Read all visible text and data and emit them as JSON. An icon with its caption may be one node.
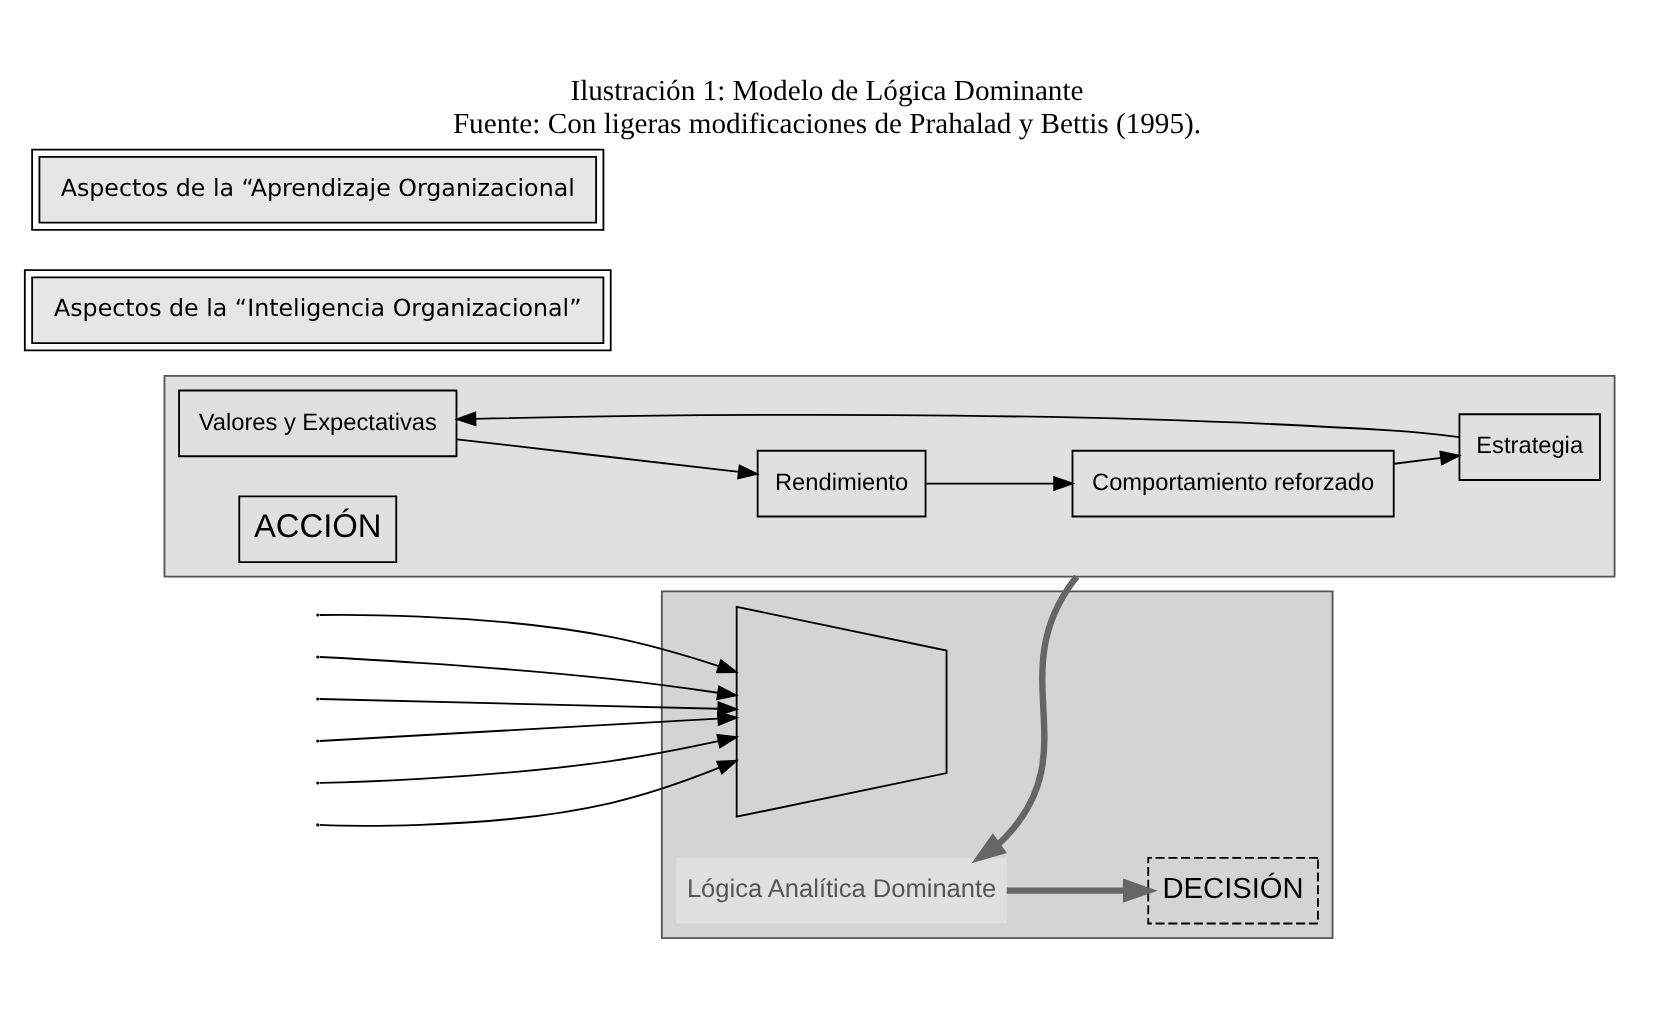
{
  "diagram": {
    "title": "Ilustración 1: Modelo de Lógica Dominante",
    "caption": "Fuente: Con ligeras modificaciones de Prahalad y Bettis (1995).",
    "nodes": [
      {
        "text": [],
        "shape": "box"
      },
      {
        "text": [],
        "shape": "trapezium",
        "in": 0
      },
      {
        "text": [
          "DECISIÓN"
        ],
        "in": 0
      },
      {
        "text": [
          "Lógica Analítica Dominante"
        ],
        "in": 0
      },
      {
        "text": [],
        "shape": "box"
      },
      {
        "text": [
          "Valores y Expectativas"
        ],
        "in": 4
      },
      {
        "text": [
          "Estrategia"
        ],
        "in": 4
      },
      {
        "text": [
          "ACCIÓN"
        ],
        "in": 4
      },
      {
        "text": [
          "Rendimiento"
        ],
        "in": 4
      },
      {
        "text": [
          "Comportamiento reforzado"
        ],
        "in": 4
      },
      {
        "text": [
          "Aspectos de la “Inteligencia Organizacional”"
        ]
      },
      {
        "text": [
          "Aspectos de la “Aprendizaje Organizacional"
        ]
      }
    ],
    "edges": [
      {
        "from": null,
        "to": 1,
        "arrow": "to"
      },
      {
        "from": null,
        "to": 1,
        "arrow": "to"
      },
      {
        "from": null,
        "to": 1,
        "arrow": "to"
      },
      {
        "from": null,
        "to": 1,
        "arrow": "to"
      },
      {
        "from": null,
        "to": 1,
        "arrow": "to"
      },
      {
        "from": null,
        "to": 1,
        "arrow": "to"
      },
      {
        "from": 3,
        "to": 2,
        "arrow": "to",
        "style": "thick",
        "color": "#666666"
      },
      {
        "from": 4,
        "to": 3,
        "arrow": "to",
        "style": "thick",
        "color": "#666666"
      },
      {
        "from": 6,
        "to": 5,
        "arrow": "to"
      },
      {
        "from": 5,
        "to": 8,
        "arrow": "to"
      },
      {
        "from": 8,
        "to": 9,
        "arrow": "to"
      },
      {
        "from": 9,
        "to": 6,
        "arrow": "to"
      }
    ]
  }
}
